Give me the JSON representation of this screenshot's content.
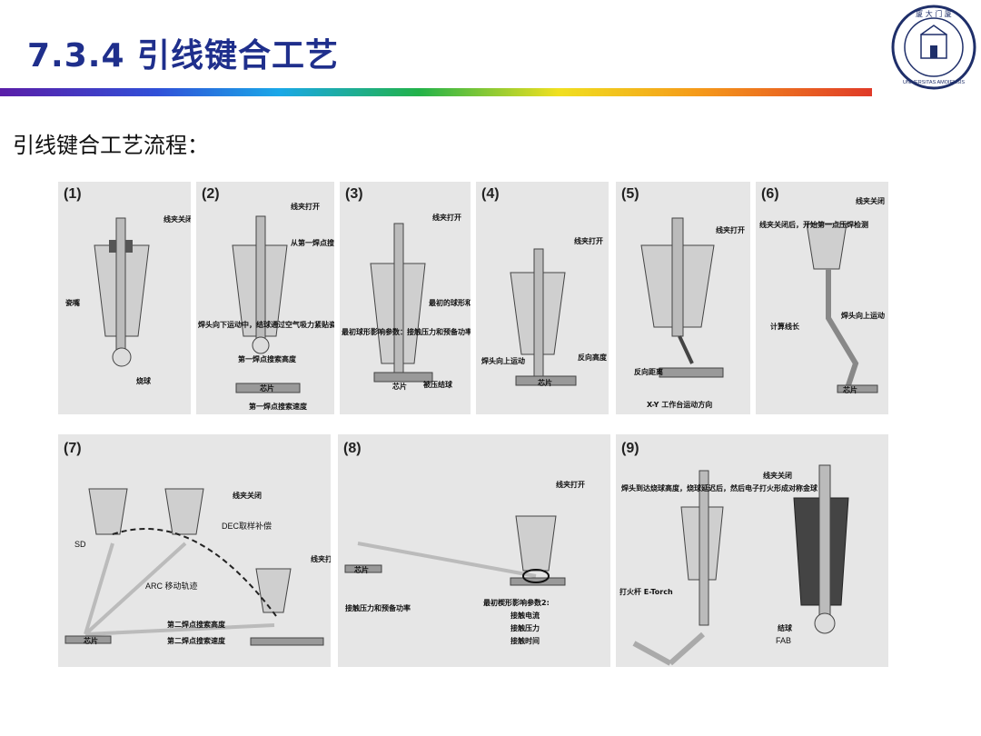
{
  "header": {
    "title": "7.3.4 引线键合工艺",
    "subtitle": "引线键合工艺流程："
  },
  "logo": {
    "ring_text": "UNIVERSITAS AMOIENSIS",
    "top_text": "厦 大 门 厦"
  },
  "colors": {
    "title": "#1f2f8c",
    "panel_bg": "#e6e6e6"
  },
  "panels": [
    {
      "num": "(1)",
      "labels": [
        "线夹关闭",
        "瓷嘴",
        "烧球"
      ]
    },
    {
      "num": "(2)",
      "labels": [
        "线夹打开",
        "从第一焊点搜索高度处，焊头用固定速度搜索接触高度",
        "焊头向下运动中，结球通过空气吸力紧贴瓷嘴凹槽",
        "第一焊点搜索高度",
        "芯片",
        "第一焊点搜索速度"
      ]
    },
    {
      "num": "(3)",
      "labels": [
        "线夹打开",
        "最初球形影响参数：接触压力和预备功率",
        "最初的球形和质量取决于第一次压合",
        "被压结球",
        "芯片"
      ]
    },
    {
      "num": "(4)",
      "labels": [
        "线夹打开",
        "焊头向上运动",
        "反向高度",
        "芯片"
      ]
    },
    {
      "num": "(5)",
      "labels": [
        "线夹打开",
        "反向距离",
        "X-Y 工作台运动方向"
      ]
    },
    {
      "num": "(6)",
      "labels": [
        "线夹关闭",
        "线夹关闭后，开始第一点压焊检测",
        "计算线长",
        "焊头向上运动",
        "芯片"
      ]
    },
    {
      "num": "(7)",
      "labels": [
        "线夹关闭",
        "DEC取样补偿",
        "SD",
        "ARC 移动轨迹",
        "线夹打开",
        "第二焊点搜索高度",
        "第二焊点搜索速度",
        "芯片"
      ]
    },
    {
      "num": "(8)",
      "labels": [
        "线夹打开",
        "芯片",
        "接触压力和预备功率",
        "最初楔形影响参数2:",
        "接触电流",
        "接触压力",
        "接触时间"
      ]
    },
    {
      "num": "(9)",
      "labels": [
        "焊头到达烧球高度，烧球延迟后，然后电子打火形成对称金球",
        "线夹关闭",
        "打火杆 E-Torch",
        "结球",
        "FAB"
      ]
    }
  ]
}
